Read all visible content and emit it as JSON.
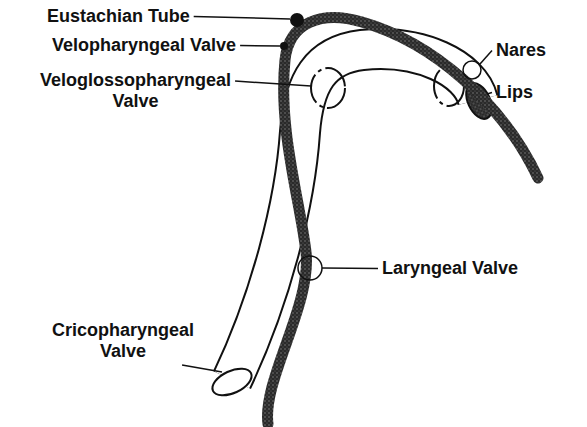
{
  "diagram": {
    "labels": [
      "Eustachian Tube",
      "Velopharyngeal Valve",
      "Veloglossopharyngeal Valve",
      "Nares",
      "Lips",
      "Laryngeal Valve",
      "Cricopharyngeal Valve"
    ]
  }
}
